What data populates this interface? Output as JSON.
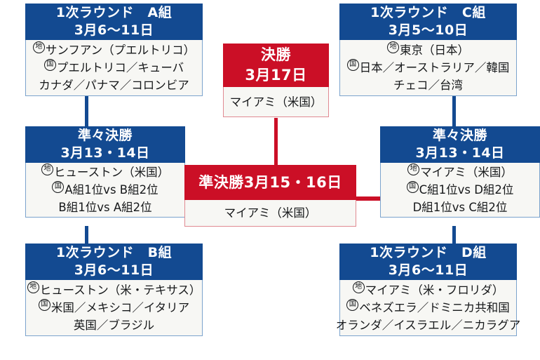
{
  "title": "2023 WBC tournament bracket",
  "colors": {
    "blue": "#134a91",
    "red": "#cb0f26",
    "body_bg": "#f7f7f4"
  },
  "markers": {
    "venue": "地",
    "teams": "国"
  },
  "boxes": {
    "group_a": {
      "round": "1次ラウンド　A組",
      "dates": "3月6〜11日",
      "venue": "サンフアン（プエルトリコ）",
      "teams_line1": "プエルトリコ／キューバ",
      "teams_line2": "カナダ／パナマ／コロンビア"
    },
    "group_c": {
      "round": "1次ラウンド　C組",
      "dates": "3月5〜10日",
      "venue": "東京（日本）",
      "teams_line1": "日本／オーストラリア／韓国",
      "teams_line2": "チェコ／台湾"
    },
    "group_b": {
      "round": "1次ラウンド　B組",
      "dates": "3月6〜11日",
      "venue": "ヒューストン（米・テキサス）",
      "teams_line1": "米国／メキシコ／イタリア",
      "teams_line2": "英国／ブラジル"
    },
    "group_d": {
      "round": "1次ラウンド　D組",
      "dates": "3月6〜11日",
      "venue": "マイアミ（米・フロリダ）",
      "teams_line1": "ベネズエラ／ドミニカ共和国",
      "teams_line2": "オランダ／イスラエル／ニカラグア"
    },
    "quarterfinal_left": {
      "round": "準々決勝",
      "dates": "3月13・14日",
      "venue": "ヒューストン（米国）",
      "matchup_line1": "A組1位vs B組2位",
      "matchup_line2": "B組1位vs A組2位"
    },
    "quarterfinal_right": {
      "round": "準々決勝",
      "dates": "3月13・14日",
      "venue": "マイアミ（米国）",
      "matchup_line1": "C組1位vs D組2位",
      "matchup_line2": "D組1位vs C組2位"
    },
    "semifinal": {
      "round": "準決勝3月15・16日",
      "venue": "マイアミ（米国）"
    },
    "final": {
      "round": "決勝",
      "dates": "3月17日",
      "venue": "マイアミ（米国）"
    }
  }
}
